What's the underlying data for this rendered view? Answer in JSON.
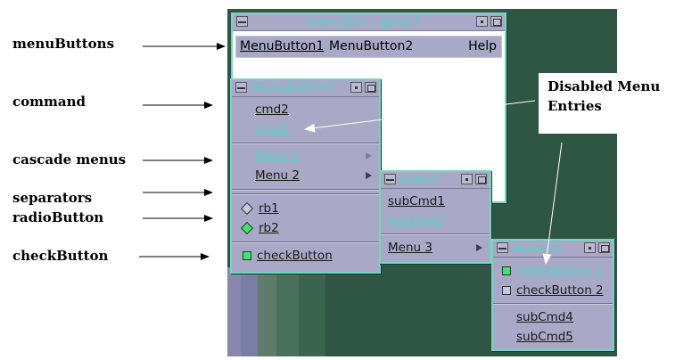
{
  "annotations": {
    "labels": [
      "menuButtons",
      "command",
      "cascade menus",
      "separators",
      "radioButton",
      "checkButton"
    ],
    "note_line1": "Disabled Menu",
    "note_line2": "Entries"
  },
  "main_window": {
    "title": "menuTest - @te67",
    "menubar": {
      "button1": "MenuButton1",
      "button2": "MenuButton2",
      "help": "Help"
    }
  },
  "menu1": {
    "title": "MenuButton1",
    "cmd2": "cmd2",
    "cmd1": "cmd1",
    "menu1": "Menu 1",
    "menu2": "Menu 2",
    "rb1": "rb1",
    "rb2": "rb2",
    "check": "checkButton"
  },
  "tearoff1": {
    "title": "tearof",
    "sub1": "subCmd1",
    "sub2": "subCmd2",
    "menu3": "Menu 3"
  },
  "tearoff3": {
    "title": "tearoff3",
    "check1": "checkButton 1",
    "check2": "checkButton 2",
    "sub4": "subCmd4",
    "sub5": "subCmd5"
  },
  "colors": {
    "desktop": "#2f5544",
    "border": "#71d7c1",
    "menu_bg": "#a9a8c7",
    "disabled": "#4fd6c4",
    "check_on": "#3ee56e"
  }
}
